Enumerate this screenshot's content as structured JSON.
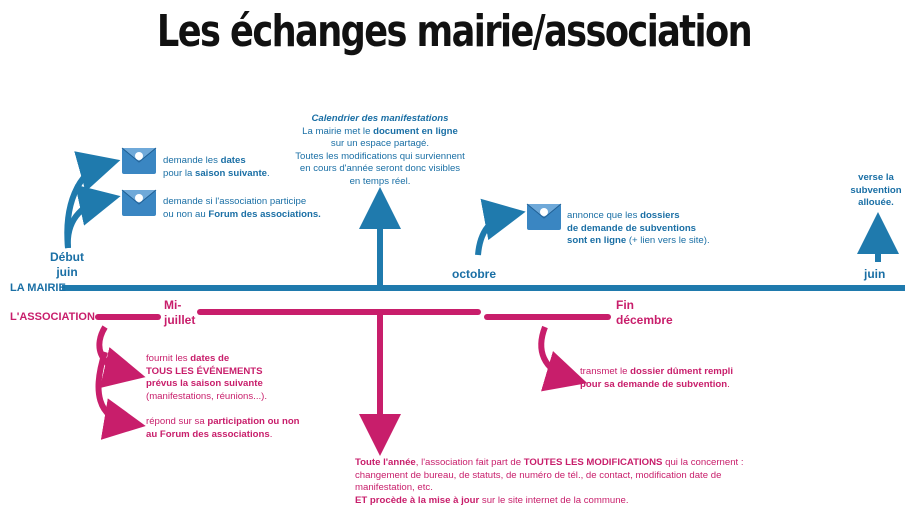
{
  "title": "Les échanges mairie/association",
  "rows": {
    "mairie": "LA MAIRIE",
    "association": "L'ASSOCIATION"
  },
  "milestones": {
    "debut_juin": [
      "Début",
      "juin"
    ],
    "octobre": "octobre",
    "juin": "juin",
    "mi_juillet": [
      "Mi-",
      "juillet"
    ],
    "fin_decembre": [
      "Fin",
      "décembre"
    ]
  },
  "mairie_events": {
    "dates": {
      "t1": "demande les ",
      "b1": "dates",
      "t2": "pour la ",
      "b2": "saison suivante",
      "t3": "."
    },
    "forum": {
      "t1": "demande si l'association participe",
      "t2": "ou non au ",
      "b1": "Forum des associations."
    },
    "calendrier": {
      "heading": "Calendrier des manifestations",
      "t1": "La mairie met le ",
      "b1": "document en ligne",
      "t2": "sur un espace partagé.",
      "t3": "Toutes les modifications qui surviennent",
      "t4": "en cours d'année seront donc visibles",
      "t5": "en temps réel."
    },
    "dossiers": {
      "t1": "annonce que les ",
      "b1": "dossiers",
      "b2": "de demande de subventions",
      "b3": "sont en ligne",
      "t2": " (+ lien vers le site)."
    },
    "subvention": [
      "verse la",
      "subvention",
      "allouée."
    ]
  },
  "association_events": {
    "dates": {
      "t1": "fournit les ",
      "b1": "dates de",
      "b2": "TOUS LES ÉVÉNEMENTS",
      "b3": "prévus la saison suivante",
      "t2": "(manifestations, réunions...)."
    },
    "forum": {
      "t1": "répond sur sa ",
      "b1": "participation ou non",
      "b2": "au Forum des associations",
      "t2": "."
    },
    "dossier": {
      "t1": "transmet le ",
      "b1": "dossier dûment rempli",
      "b2": "pour sa demande de subvention",
      "t2": "."
    },
    "modifications": {
      "b1": "Toute l'année",
      "t1": ", l'association fait part de ",
      "b2": "TOUTES LES MODIFICATIONS",
      "t2": " qui la concernent  :",
      "t3": "changement de bureau, de statuts, de numéro de tél., de contact, modification date de",
      "t4": "manifestation, etc.",
      "b3": "ET procède à la mise à jour",
      "t5": " sur le site internet de la commune."
    }
  },
  "colors": {
    "blue": "#1f7aad",
    "pink": "#c81e6b",
    "text_blue": "#1a6fa5"
  },
  "icons": [
    "envelope-icon",
    "curved-arrow-icon",
    "up-arrow-icon",
    "down-arrow-icon"
  ]
}
